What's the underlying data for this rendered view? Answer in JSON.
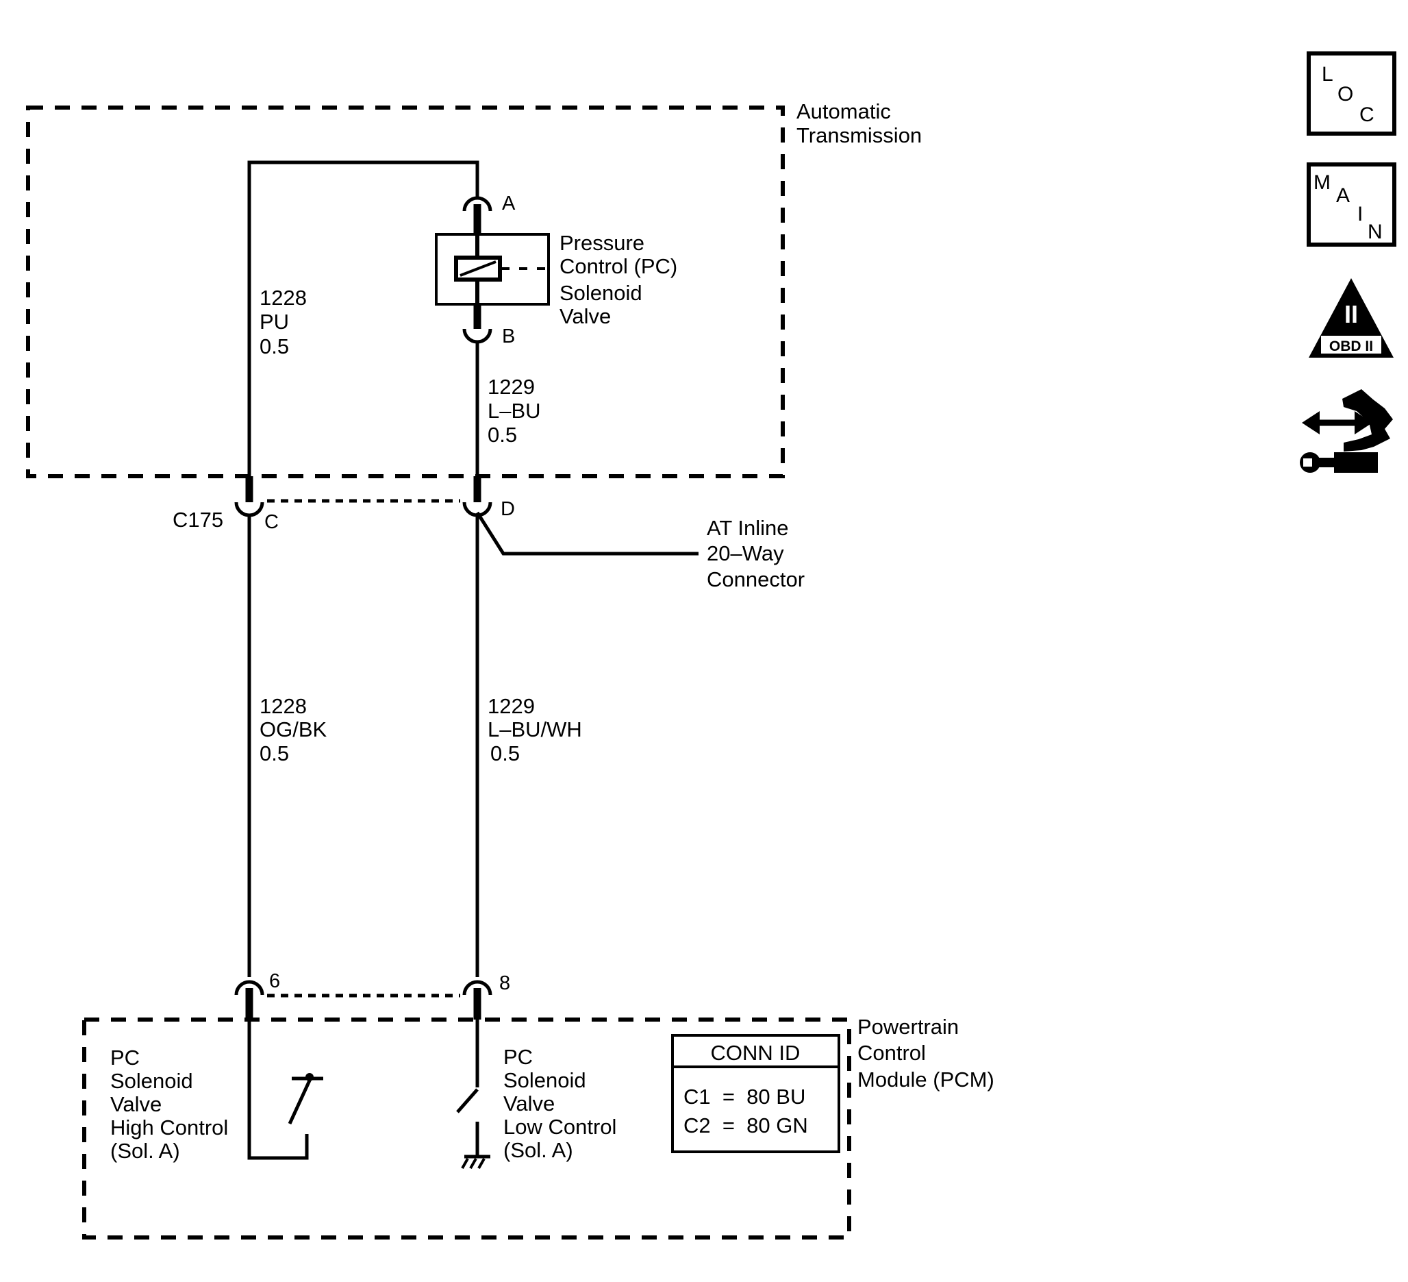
{
  "modules": {
    "transmission": {
      "line1": "Automatic",
      "line2": "Transmission"
    },
    "pcm": {
      "line1": "Powertrain",
      "line2": "Control",
      "line3": "Module (PCM)"
    }
  },
  "solenoid": {
    "line1": "Pressure",
    "line2": "Control (PC)",
    "line3": "Solenoid",
    "line4": "Valve",
    "pin_a": "A",
    "pin_b": "B"
  },
  "wires": {
    "w1228_upper": {
      "circuit": "1228",
      "color": "PU",
      "gauge": "0.5"
    },
    "w1229_upper": {
      "circuit": "1229",
      "color": "L–BU",
      "gauge": "0.5"
    },
    "w1228_lower": {
      "circuit": "1228",
      "color": "OG/BK",
      "gauge": "0.5"
    },
    "w1229_lower": {
      "circuit": "1229",
      "color": "L–BU/WH",
      "gauge": "0.5"
    }
  },
  "connector_c175": {
    "id": "C175",
    "pin_c": "C",
    "pin_d": "D",
    "desc1": "AT Inline",
    "desc2": "20–Way",
    "desc3": "Connector"
  },
  "pcm_pins": {
    "pin6": "6",
    "pin8": "8"
  },
  "high_control": {
    "line1": "PC",
    "line2": "Solenoid",
    "line3": "Valve",
    "line4": "High Control",
    "line5": "(Sol. A)"
  },
  "low_control": {
    "line1": "PC",
    "line2": "Solenoid",
    "line3": "Valve",
    "line4": "Low Control",
    "line5": "(Sol. A)"
  },
  "conn_id": {
    "title": "CONN ID",
    "row1": "C1  =  80 BU",
    "row2": "C2  =  80 GN"
  },
  "side_icons": {
    "loc": [
      "L",
      "O",
      "C"
    ],
    "main": [
      "M",
      "A",
      "I",
      "N"
    ],
    "obd": {
      "roman": "II",
      "label": "OBD II"
    }
  }
}
